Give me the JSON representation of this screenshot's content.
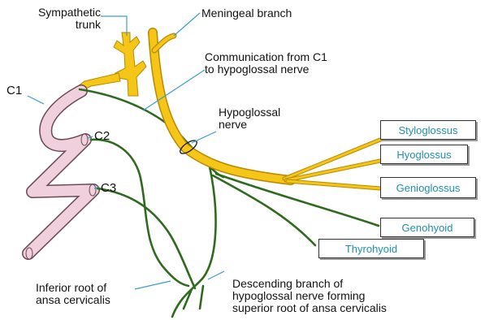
{
  "labels": {
    "sympathetic_trunk": [
      "Sympathetic",
      "trunk"
    ],
    "meningeal_branch": "Meningeal branch",
    "communication": [
      "Communication from C1",
      "to hypoglossal nerve"
    ],
    "hypoglossal_nerve": [
      "Hypoglossal",
      "nerve"
    ],
    "c1": "C1",
    "c2": "C2",
    "c3": "C3",
    "inferior_root": [
      "Inferior root of",
      "ansa cervicalis"
    ],
    "descending_branch": [
      "Descending branch of",
      "hypoglossal nerve forming",
      "superior root of ansa cervicalis"
    ]
  },
  "muscles": [
    "Styloglossus",
    "Hyoglossus",
    "Genioglossus",
    "Genohyoid",
    "Thyrohyoid"
  ],
  "colors": {
    "nerve_yellow": "#f5c518",
    "nerve_yellow_edge": "#b88a00",
    "nerve_green": "#2f6b1e",
    "spinal_pink": "#f0d0dc",
    "spinal_edge": "#6b4a55",
    "leader_line": "#39a0c8",
    "muscle_text": "#1f8fb0"
  }
}
